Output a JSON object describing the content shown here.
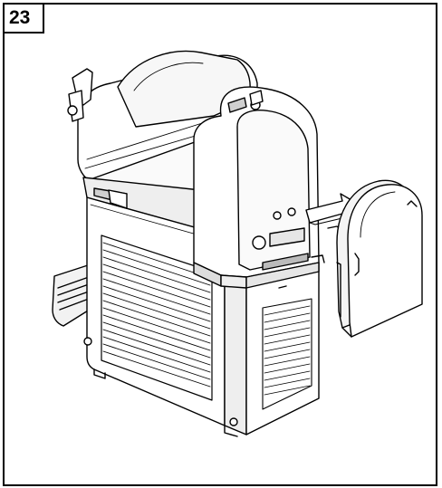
{
  "figure": {
    "number": "23"
  },
  "colors": {
    "line": "#000000",
    "fill": "#ffffff",
    "shade": "#e6e6e6",
    "dark": "#9a9a9a"
  },
  "illustration": {
    "subject": "machine-with-removed-side-panel",
    "arrow_direction": "right"
  }
}
